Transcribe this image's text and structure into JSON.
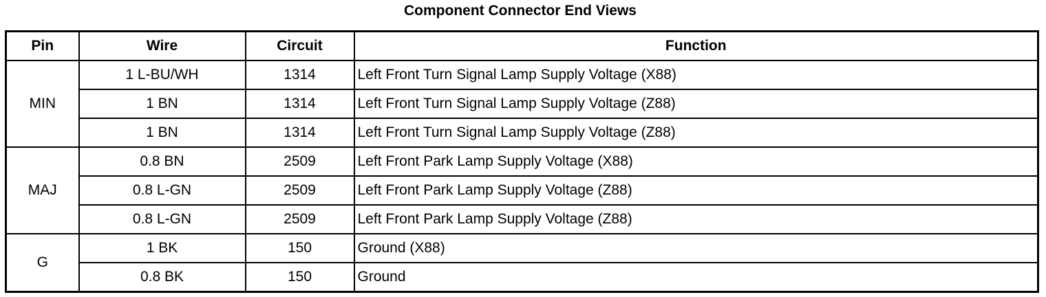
{
  "title": "Component Connector End Views",
  "headers": {
    "pin": "Pin",
    "wire": "Wire",
    "circuit": "Circuit",
    "function": "Function"
  },
  "groups": [
    {
      "pin": "MIN",
      "rows": [
        {
          "wire": "1 L-BU/WH",
          "circuit": "1314",
          "function": "Left Front Turn Signal Lamp Supply Voltage (X88)"
        },
        {
          "wire": "1 BN",
          "circuit": "1314",
          "function": "Left Front Turn Signal Lamp Supply Voltage (Z88)"
        },
        {
          "wire": "1 BN",
          "circuit": "1314",
          "function": "Left Front Turn Signal Lamp Supply Voltage (Z88)"
        }
      ]
    },
    {
      "pin": "MAJ",
      "rows": [
        {
          "wire": "0.8 BN",
          "circuit": "2509",
          "function": "Left Front Park Lamp Supply Voltage (X88)"
        },
        {
          "wire": "0.8 L-GN",
          "circuit": "2509",
          "function": "Left Front Park Lamp Supply Voltage (Z88)"
        },
        {
          "wire": "0.8 L-GN",
          "circuit": "2509",
          "function": "Left Front Park Lamp Supply Voltage (Z88)"
        }
      ]
    },
    {
      "pin": "G",
      "rows": [
        {
          "wire": "1 BK",
          "circuit": "150",
          "function": "Ground (X88)"
        },
        {
          "wire": "0.8 BK",
          "circuit": "150",
          "function": "Ground"
        }
      ]
    }
  ]
}
